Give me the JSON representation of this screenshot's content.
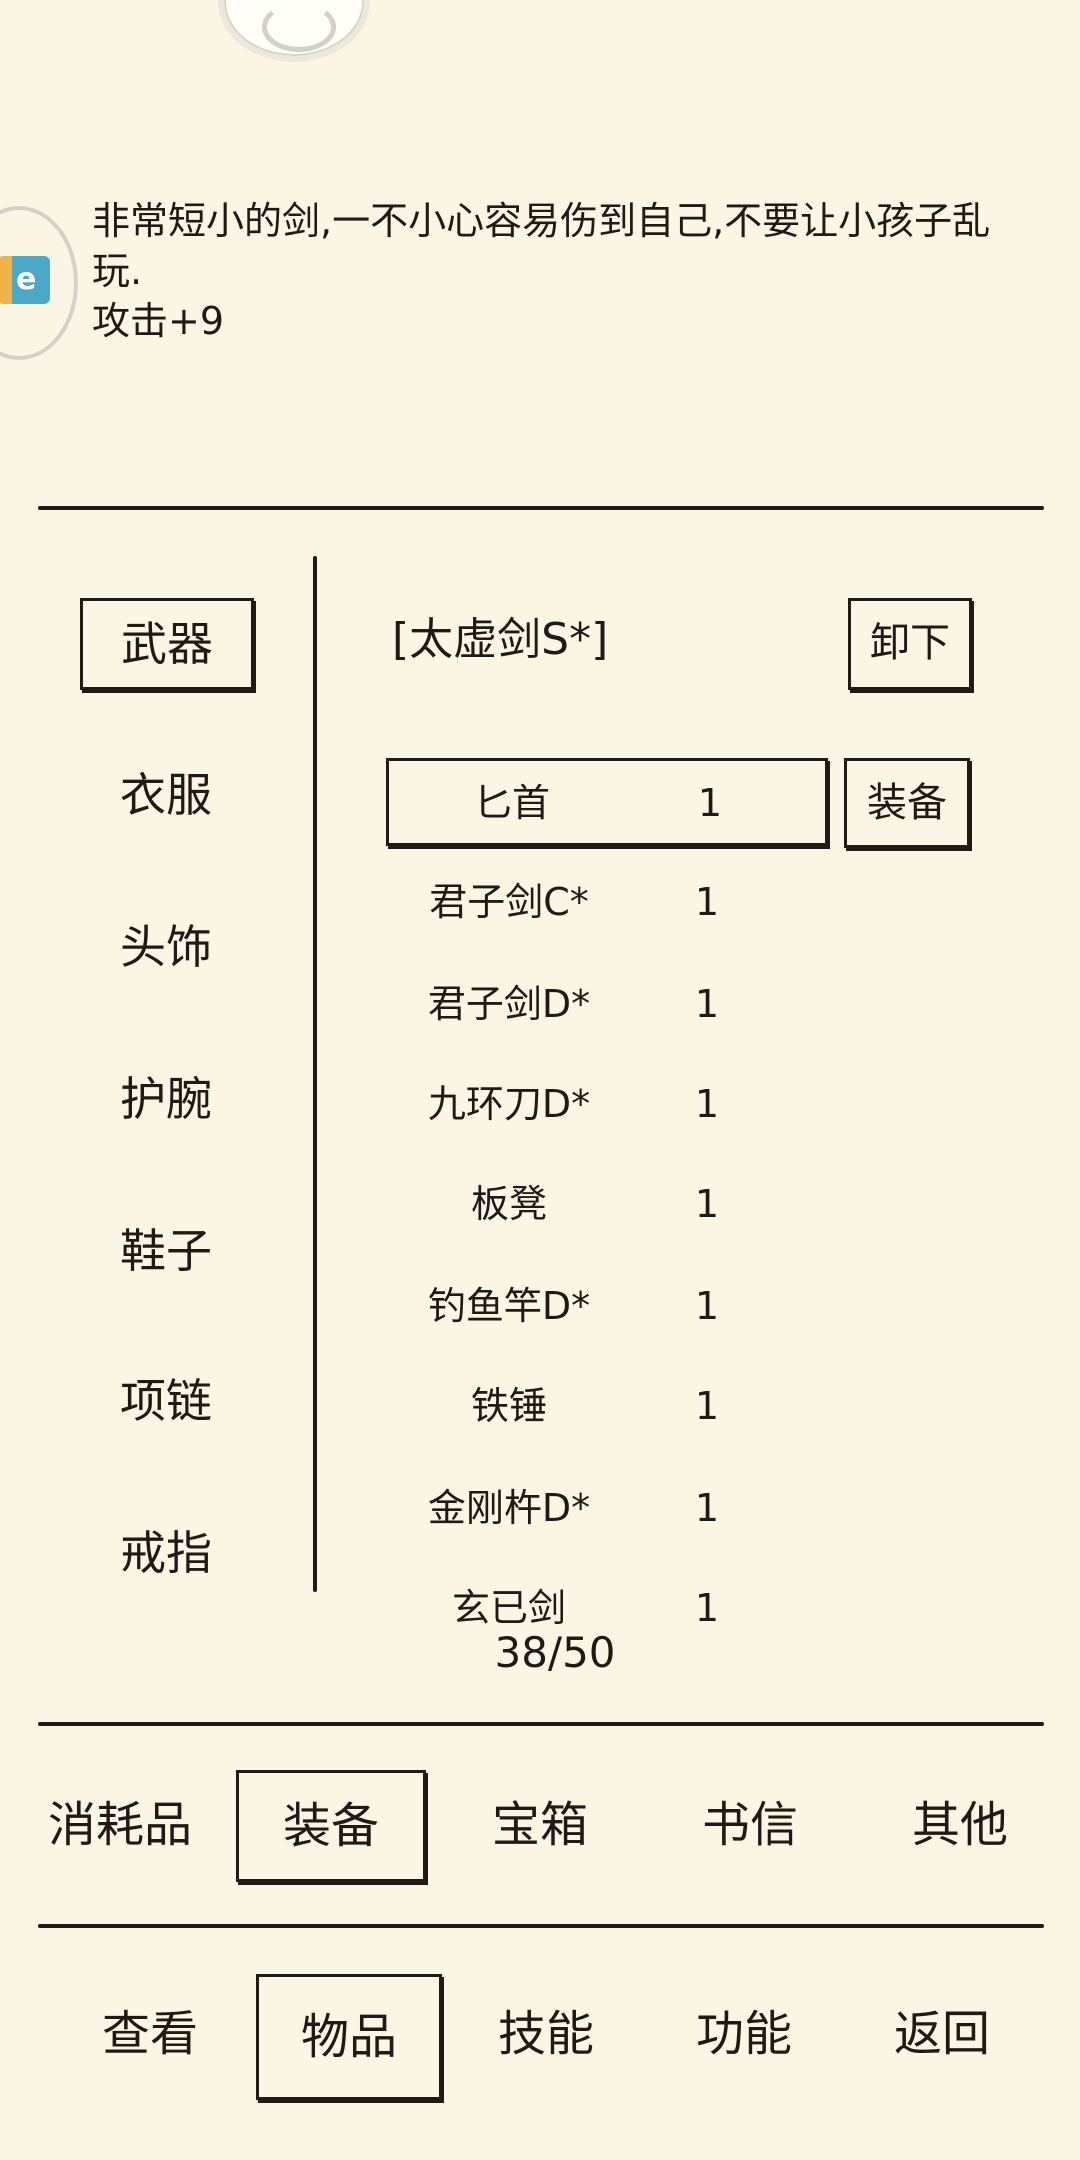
{
  "description": {
    "line1": "非常短小的剑,一不小心容易伤到自己,不要让小孩子乱",
    "line2": "玩.",
    "stat": "攻击+9"
  },
  "categories": [
    {
      "label": "武器",
      "selected": true
    },
    {
      "label": "衣服",
      "selected": false
    },
    {
      "label": "头饰",
      "selected": false
    },
    {
      "label": "护腕",
      "selected": false
    },
    {
      "label": "鞋子",
      "selected": false
    },
    {
      "label": "项链",
      "selected": false
    },
    {
      "label": "戒指",
      "selected": false
    }
  ],
  "equipped": {
    "name": "[太虚剑S*]",
    "unequip_label": "卸下"
  },
  "items": [
    {
      "name": "匕首",
      "count": "1",
      "selected": true
    },
    {
      "name": "君子剑C*",
      "count": "1"
    },
    {
      "name": "君子剑D*",
      "count": "1"
    },
    {
      "name": "九环刀D*",
      "count": "1"
    },
    {
      "name": "板凳",
      "count": "1"
    },
    {
      "name": "钓鱼竿D*",
      "count": "1"
    },
    {
      "name": "铁锤",
      "count": "1"
    },
    {
      "name": "金刚杵D*",
      "count": "1"
    },
    {
      "name": "玄已剑",
      "count": "1"
    }
  ],
  "equip_label": "装备",
  "capacity": "38/50",
  "item_tabs": [
    {
      "label": "消耗品",
      "selected": false
    },
    {
      "label": "装备",
      "selected": true
    },
    {
      "label": "宝箱",
      "selected": false
    },
    {
      "label": "书信",
      "selected": false
    },
    {
      "label": "其他",
      "selected": false
    }
  ],
  "bottom_nav": [
    {
      "label": "查看",
      "selected": false
    },
    {
      "label": "物品",
      "selected": true
    },
    {
      "label": "技能",
      "selected": false
    },
    {
      "label": "功能",
      "selected": false
    },
    {
      "label": "返回",
      "selected": false
    }
  ],
  "colors": {
    "background": "#fbf5e4",
    "ink": "#1f1a16",
    "app_icon_blue": "#4aa9c8",
    "app_icon_orange": "#efb34a"
  },
  "icons": {
    "top_avatar": "avatar-icon",
    "side_app": "app-shortcut-icon",
    "side_app_letter": "e"
  }
}
